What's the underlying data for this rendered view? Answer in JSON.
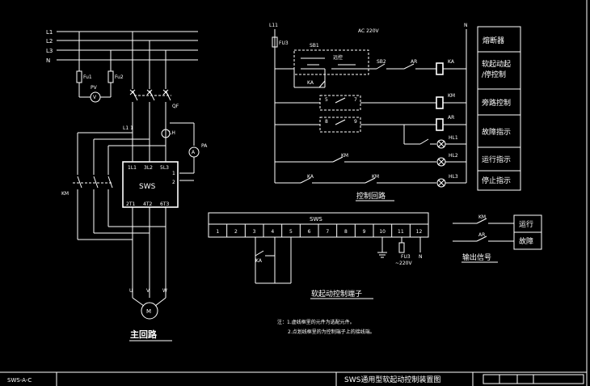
{
  "main_circuit": {
    "title": "主回路",
    "bus": [
      "L1",
      "L2",
      "L3",
      "N"
    ],
    "fu1": "Fu1",
    "fu2": "Fu2",
    "pv": "PV",
    "v": "V",
    "qf": "QF",
    "l11": "L1 1",
    "lh": "LH",
    "pa": "PA",
    "a": "A",
    "km": "KM",
    "sws_top": [
      "1L1",
      "3L2",
      "5L3"
    ],
    "sws_label": "SWS",
    "sws_side": [
      "1",
      "2"
    ],
    "sws_bottom": [
      "2T1",
      "4T2",
      "6T3"
    ],
    "motor_terms": [
      "U",
      "V",
      "W"
    ],
    "motor": "M"
  },
  "control_circuit": {
    "title": "控制回路",
    "l11": "L11",
    "n": "N",
    "fu3": "FU3",
    "ac": "AC 220V",
    "sb1": "SB1",
    "local": "远控",
    "sb2": "SB2",
    "ar": "AR",
    "ka_left": "KA",
    "ka_coil": "KA",
    "km_coil": "KM",
    "ar_coil": "AR",
    "hl1": "HL1",
    "hl2": "HL2",
    "hl3": "HL3",
    "km_contact": "KM",
    "ka_contact": "KA",
    "km_contact2": "KM",
    "box_a": [
      "5",
      "7"
    ],
    "box_b": [
      "8",
      "9"
    ]
  },
  "legend": [
    "熔断器",
    "软起动起\n/停控制",
    "旁路控制",
    "故障指示",
    "运行指示",
    "停止指示"
  ],
  "terminal": {
    "title": "SWS",
    "numbers": [
      "1",
      "2",
      "3",
      "4",
      "5",
      "6",
      "7",
      "8",
      "9",
      "10",
      "11",
      "12"
    ],
    "ka": "KA",
    "fu3": "FU3",
    "v220": "~220V",
    "n": "N",
    "caption": "软起动控制端子"
  },
  "output": {
    "km": "KM",
    "ar": "AR",
    "run": "运行",
    "fault": "故障",
    "caption": "输出信号"
  },
  "notes": [
    "注：1.虚线框里的元件为选配元件。",
    "2.点划线框里的为控制端子上的接线端。"
  ],
  "titlebar": {
    "left": "SWS-A-C",
    "title": "SWS通用型软起动控制装置图"
  }
}
